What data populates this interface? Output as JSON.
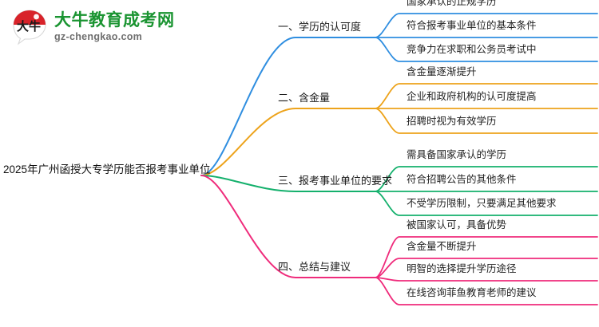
{
  "logo": {
    "mark_text": "大牛",
    "title": "大牛教育成考网",
    "domain": "gz-chengkao.com",
    "title_color": "#1a9431",
    "mark_color": "#d8232a"
  },
  "mindmap": {
    "root": "2025年广州函授大专学历能否报考事业单位",
    "branches": [
      {
        "label": "一、学历的认可度",
        "color": "#2f8ee0",
        "children": [
          "国家承认的正规学历",
          "符合报考事业单位的基本条件",
          "竞争力在求职和公务员考试中"
        ]
      },
      {
        "label": "二、含金量",
        "color": "#eda31b",
        "children": [
          "含金量逐渐提升",
          "企业和政府机构的认可度提高",
          "招聘时视为有效学历"
        ]
      },
      {
        "label": "三、报考事业单位的要求",
        "color": "#14b06c",
        "children": [
          "需具备国家承认的学历",
          "符合招聘公告的其他条件",
          "不受学历限制，只要满足其他要求"
        ]
      },
      {
        "label": "四、总结与建议",
        "color": "#ef2b7b",
        "children": [
          "被国家认可，具备优势",
          "含金量不断提升",
          "明智的选择提升学历途径",
          "在线咨询菲鱼教育老师的建议"
        ]
      }
    ]
  }
}
